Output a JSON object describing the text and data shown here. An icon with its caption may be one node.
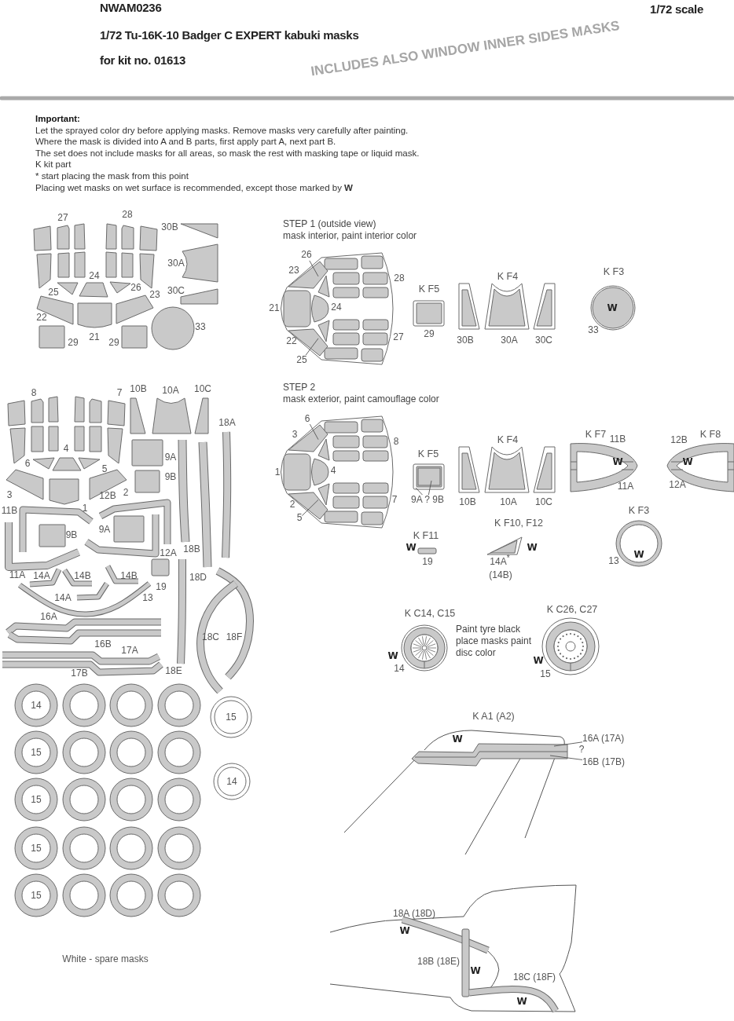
{
  "diagram": {
    "title": "1/72 Tu-16K-10 Badger C EXPERT kabuki masks",
    "nodes": [
      {
        "text": [
          "26"
        ]
      },
      {
        "text": [
          "25"
        ]
      },
      {
        "text": [
          "6"
        ]
      },
      {
        "text": [
          "5"
        ]
      },
      {
        "text": [
          "9A ? 9B"
        ]
      },
      {
        "text": [
          "16A (17A)"
        ]
      },
      {
        "text": [
          "16B (17B)"
        ]
      },
      {
        "text": [
          "14"
        ]
      },
      {
        "text": [],
        "shape": "circle"
      },
      {
        "text": [],
        "shape": "circle"
      },
      {
        "text": [],
        "shape": "circle"
      },
      {
        "text": [
          "15"
        ]
      },
      {
        "text": [],
        "shape": "circle"
      },
      {
        "text": [],
        "shape": "circle"
      },
      {
        "text": [],
        "shape": "circle"
      },
      {
        "text": [
          "15"
        ]
      },
      {
        "text": [],
        "shape": "circle"
      },
      {
        "text": [],
        "shape": "circle"
      },
      {
        "text": [],
        "shape": "circle"
      },
      {
        "text": [
          "15"
        ]
      },
      {
        "text": [],
        "shape": "circle"
      },
      {
        "text": [],
        "shape": "circle"
      },
      {
        "text": [],
        "shape": "circle"
      },
      {
        "text": [
          "15"
        ]
      },
      {
        "text": [],
        "shape": "circle"
      },
      {
        "text": [],
        "shape": "circle"
      },
      {
        "text": [],
        "shape": "circle"
      },
      {
        "text": [
          "15"
        ]
      },
      {
        "text": [
          "14"
        ]
      },
      {
        "text": [],
        "shape": "triangle"
      },
      {
        "text": [],
        "shape": "triangle"
      },
      {
        "text": [],
        "shape": "triangle"
      },
      {
        "text": [],
        "shape": "triangle"
      }
    ],
    "edges": [
      {
        "from": 0,
        "to": 29,
        "arrow": "none"
      },
      {
        "from": 1,
        "to": 30,
        "arrow": "none"
      },
      {
        "from": 2,
        "to": 31,
        "arrow": "none"
      },
      {
        "from": 3,
        "to": 32,
        "arrow": "none"
      },
      {
        "from": 4,
        "to": null,
        "arrow": "none"
      },
      {
        "from": 4,
        "to": null,
        "arrow": "none"
      },
      {
        "from": 5,
        "to": null,
        "arrow": "none"
      },
      {
        "from": 6,
        "to": null,
        "arrow": "none"
      }
    ],
    "labels": [
      "NWAM0236",
      "1/72 scale",
      "INCLUDES ALSO WINDOW INNER SIDES MASKS",
      "for kit no. 01613",
      "Important:",
      "Let the sprayed color dry before applying masks. Remove masks very carefully after painting.",
      "Where the mask is divided into A and B parts, first apply part A, next part B.",
      "The set does not include masks for all areas, so mask the rest with masking tape or liquid mask.",
      "K kit part",
      "*  start placing the mask from this point",
      "Placing wet masks on wet surface is recommended, except those marked by **W**",
      "27",
      "28",
      "30B",
      "STEP 1 (outside view)",
      "mask interior, paint interior color",
      "30A",
      "24",
      "23",
      "28",
      "K F4",
      "K F3",
      "25",
      "26",
      "23",
      "30C",
      "K F5",
      "21",
      "24",
      "W",
      "22",
      "33",
      "33",
      "29",
      "21",
      "29",
      "22",
      "27",
      "29",
      "30B",
      "30A",
      "30C",
      "8",
      "7",
      "10B",
      "10A",
      "10C",
      "STEP 2",
      "mask exterior, paint camouflage color",
      "18A",
      "3",
      "8",
      "K F4",
      "K F7",
      "11B",
      "12B",
      "K F8",
      "4",
      "K F5",
      "9A",
      "6",
      "5",
      "1",
      "4",
      "W",
      "W",
      "9B",
      "11A",
      "12A",
      "3",
      "12B",
      "2",
      "11B",
      "1",
      "2",
      "7",
      "10B",
      "10A",
      "10C",
      "K F3",
      "K F10, F12",
      "9B",
      "9A",
      "K F11",
      "12A",
      "18B",
      "W",
      "W",
      "W",
      "19",
      "14A$^{*}$",
      "13",
      "11A",
      "14A",
      "14B",
      "14B",
      "18D",
      "(14B)",
      "19",
      "14A",
      "13",
      "K C14, C15",
      "K C26, C27",
      "16A",
      "Paint tyre black place masks paint disc color",
      "16B",
      "18C",
      "18F",
      "17A",
      "W",
      "W",
      "17B",
      "18E",
      "14",
      "15",
      "K A1 (A2)",
      "W",
      "?",
      "18A (18D)",
      "W",
      "White - spare masks",
      "18B (18E)",
      "W",
      "18C (18F)",
      "W"
    ]
  }
}
